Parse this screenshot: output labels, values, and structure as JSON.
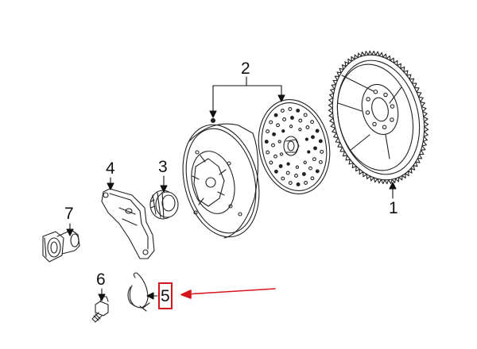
{
  "callouts": {
    "c1": "1",
    "c2": "2",
    "c3": "3",
    "c4": "4",
    "c5": "5",
    "c6": "6",
    "c7": "7"
  },
  "highlight_color": "#d6141b",
  "line_color": "#111111"
}
